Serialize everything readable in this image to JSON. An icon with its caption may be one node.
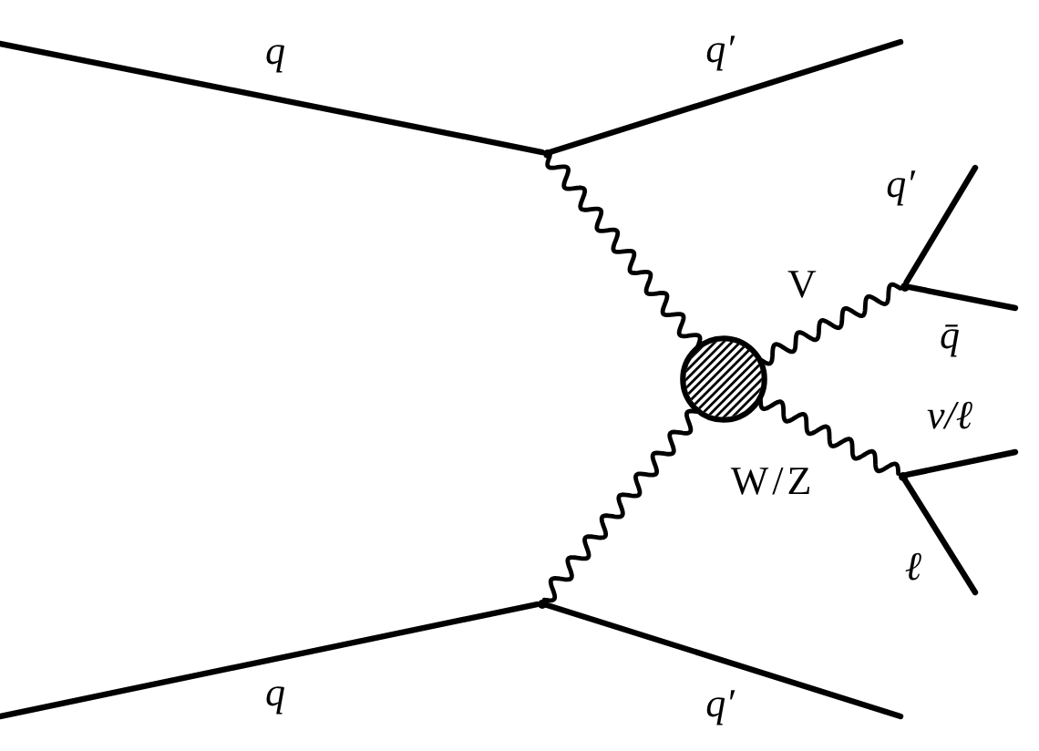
{
  "diagram": {
    "nodes": [
      {
        "text": [],
        "shape": "dot"
      },
      {
        "text": [],
        "shape": "dot"
      },
      {
        "text": [],
        "shape": "circle"
      },
      {
        "text": [],
        "shape": "dot"
      },
      {
        "text": [],
        "shape": "dot"
      }
    ],
    "edges": [
      {
        "from": null,
        "to": 0,
        "arrow": "none",
        "label": "q"
      },
      {
        "from": 0,
        "to": null,
        "arrow": "none",
        "label": "q′"
      },
      {
        "from": null,
        "to": 1,
        "arrow": "none",
        "label": "q"
      },
      {
        "from": 1,
        "to": null,
        "arrow": "none",
        "label": "q′"
      },
      {
        "from": 0,
        "to": 2,
        "arrow": "none"
      },
      {
        "from": 1,
        "to": 2,
        "arrow": "none"
      },
      {
        "from": 2,
        "to": 3,
        "arrow": "none",
        "label": "V"
      },
      {
        "from": 2,
        "to": 4,
        "arrow": "none",
        "label": "W/Z"
      },
      {
        "from": 3,
        "to": null,
        "arrow": "none",
        "label": "q′"
      },
      {
        "from": 3,
        "to": null,
        "arrow": "none",
        "label": "q̄"
      },
      {
        "from": 4,
        "to": null,
        "arrow": "none",
        "label": "ν/ℓ"
      },
      {
        "from": 4,
        "to": null,
        "arrow": "none",
        "label": "ℓ"
      }
    ]
  }
}
